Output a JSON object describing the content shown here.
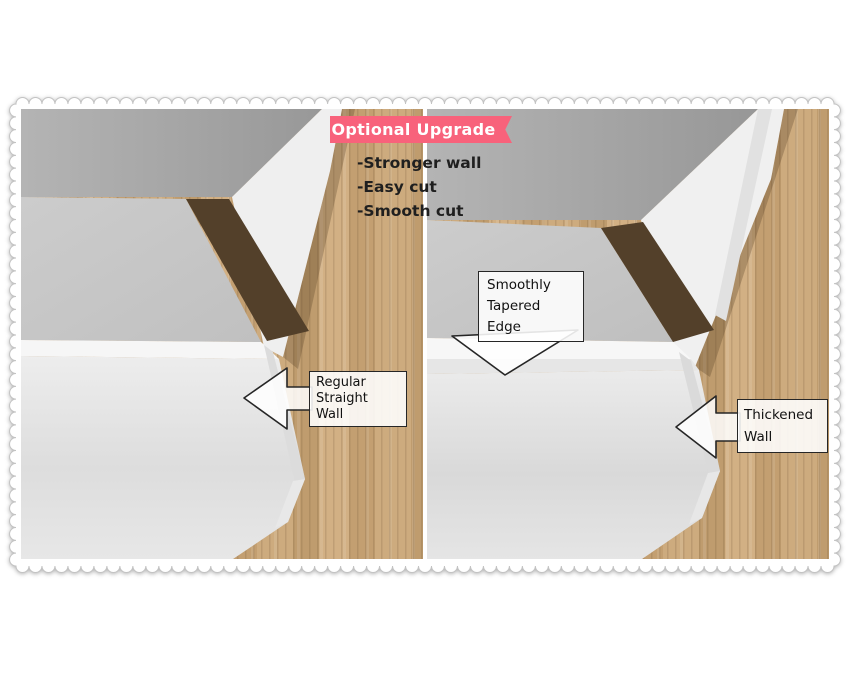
{
  "banner": {
    "label": "Optional Upgrade"
  },
  "features": {
    "lines": [
      "-Stronger wall",
      "-Easy cut",
      "-Smooth cut"
    ]
  },
  "callouts": {
    "regular": {
      "lines": [
        "Regular",
        "Straight",
        "Wall"
      ]
    },
    "tapered": {
      "lines": [
        "Smoothly",
        "Tapered",
        "Edge"
      ]
    },
    "thickened": {
      "lines": [
        "Thickened",
        "Wall"
      ]
    }
  },
  "colors": {
    "banner_pink": "#f8627b",
    "wood_tan": "#c7a478",
    "box_white": "#efefef",
    "interior_gray": "#acacac",
    "shadow_brown": "#53402a",
    "outline_black": "#262626"
  }
}
